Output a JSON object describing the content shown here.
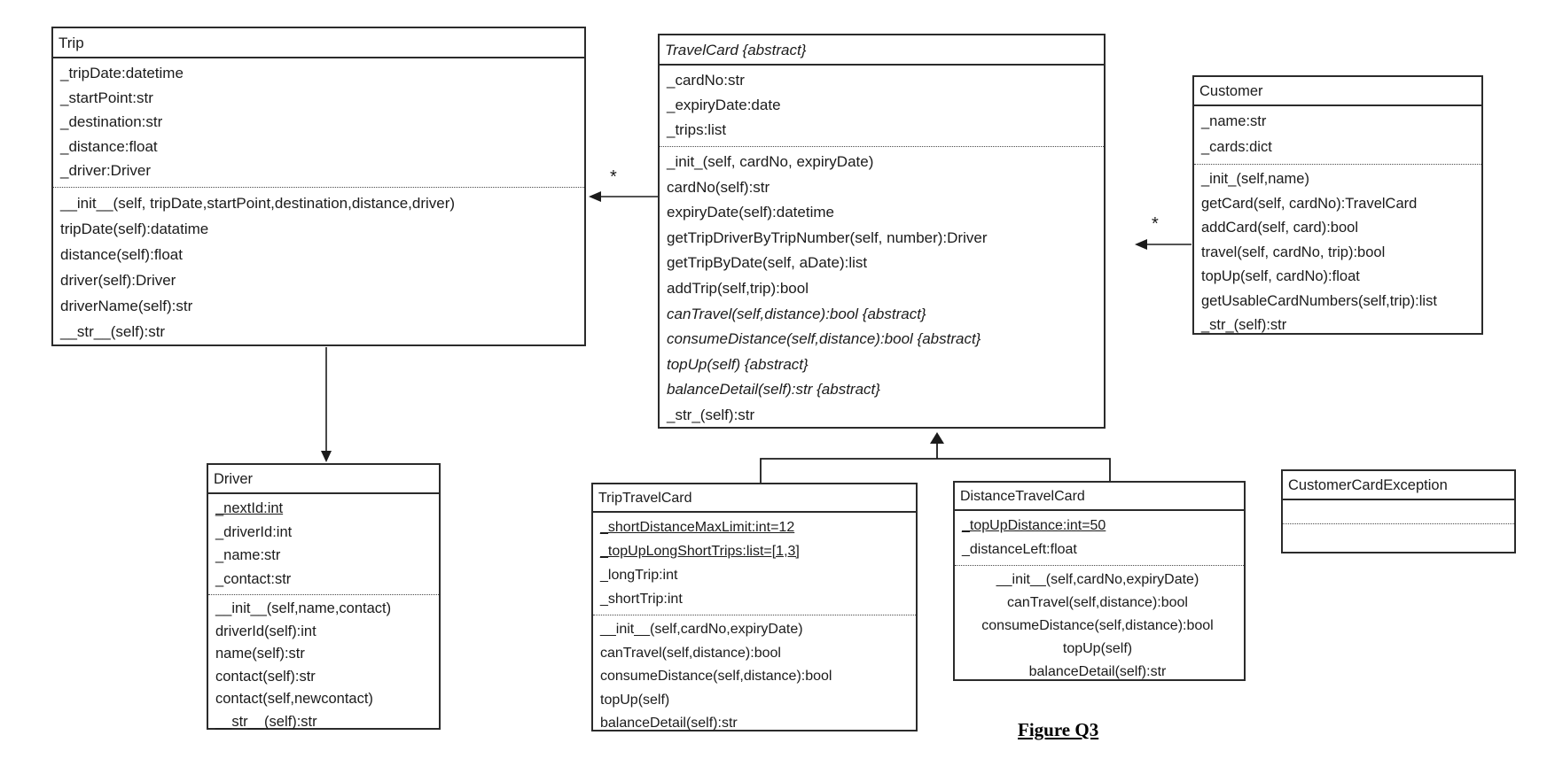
{
  "caption": "Figure Q3",
  "multiplicity": {
    "travelcard_to_trip": "*",
    "customer_to_travelcard": "*"
  },
  "classes": {
    "trip": {
      "title": "Trip",
      "attributes": [
        "_tripDate:datetime",
        "_startPoint:str",
        "_destination:str",
        "_distance:float",
        "_driver:Driver"
      ],
      "methods": [
        "__init__(self, tripDate,startPoint,destination,distance,driver)",
        "tripDate(self):datatime",
        "distance(self):float",
        "driver(self):Driver",
        "driverName(self):str",
        "__str__(self):str"
      ]
    },
    "travelcard": {
      "title": "TravelCard  {abstract}",
      "attributes": [
        "_cardNo:str",
        "_expiryDate:date",
        "_trips:list"
      ],
      "methods": [
        "_init_(self, cardNo, expiryDate)",
        "cardNo(self):str",
        "expiryDate(self):datetime",
        "getTripDriverByTripNumber(self, number):Driver",
        "getTripByDate(self, aDate):list",
        "addTrip(self,trip):bool",
        "canTravel(self,distance):bool {abstract}",
        "consumeDistance(self,distance):bool {abstract}",
        "topUp(self) {abstract}",
        "balanceDetail(self):str {abstract}",
        "_str_(self):str"
      ]
    },
    "customer": {
      "title": "Customer",
      "attributes": [
        "_name:str",
        "_cards:dict"
      ],
      "methods": [
        "_init_(self,name)",
        "getCard(self, cardNo):TravelCard",
        "addCard(self, card):bool",
        "travel(self, cardNo, trip):bool",
        "topUp(self, cardNo):float",
        "getUsableCardNumbers(self,trip):list",
        "_str_(self):str"
      ]
    },
    "driver": {
      "title": "Driver",
      "attributes": [
        "_nextId:int",
        "_driverId:int",
        "_name:str",
        "_contact:str"
      ],
      "methods": [
        "__init__(self,name,contact)",
        "driverId(self):int",
        "name(self):str",
        "contact(self):str",
        "contact(self,newcontact)",
        "__str__(self):str"
      ]
    },
    "trip_travel_card": {
      "title": "TripTravelCard",
      "attributes": [
        "_shortDistanceMaxLimit:int=12",
        "_topUpLongShortTrips:list=[1,3]",
        "_longTrip:int",
        "_shortTrip:int"
      ],
      "methods": [
        "__init__(self,cardNo,expiryDate)",
        "canTravel(self,distance):bool",
        "consumeDistance(self,distance):bool",
        "topUp(self)",
        "balanceDetail(self):str"
      ]
    },
    "distance_travel_card": {
      "title": "DistanceTravelCard",
      "attributes": [
        "_topUpDistance:int=50",
        "_distanceLeft:float"
      ],
      "methods": [
        "__init__(self,cardNo,expiryDate)",
        "canTravel(self,distance):bool",
        "consumeDistance(self,distance):bool",
        "topUp(self)",
        "balanceDetail(self):str"
      ]
    },
    "customer_card_exception": {
      "title": "CustomerCardException"
    }
  }
}
